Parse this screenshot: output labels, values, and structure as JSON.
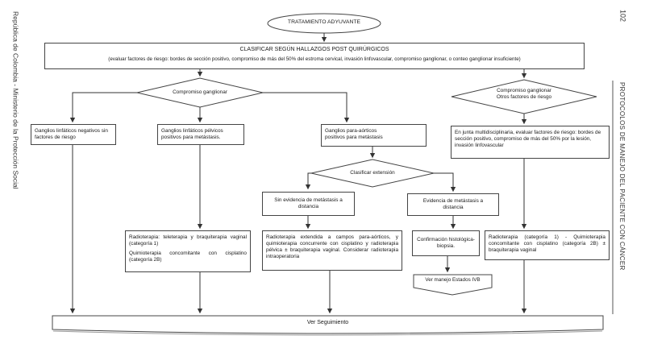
{
  "meta": {
    "left_margin": "República de Colombia - Ministerio de la Protección Social",
    "right_margin": "PROTOCOLOS DE MANEJO DEL PACIENTE CON CÁNCER",
    "page_number": "102"
  },
  "colors": {
    "line": "#333333",
    "text": "#1a1a1a",
    "background": "#ffffff"
  },
  "nodes": {
    "start": "TRATAMIENTO ADYUVANTE",
    "classify_title": "CLASIFICAR SEGÚN HALLAZGOS POST QUIRÚRGICOS",
    "classify_subtitle": "(evaluar factores de riesgo: bordes de sección positivo, compromiso de más del 50% del estroma cervical, invasión linfovascular, compromiso ganglionar, o conteo ganglionar insuficiente)",
    "decision_nodal": "Compromiso ganglionar",
    "decision_right_line1": "Compromiso ganglionar",
    "decision_right_line2": "Otros factores de riesgo",
    "negative_nodes": "Ganglios linfáticos negativos sin factores de riesgo",
    "pelvic_nodes": "Ganglios linfáticos pélvicos positivos para metástasis.",
    "paraaortic_nodes": "Ganglios para-aórticos positivos para metástasis",
    "multidisciplinary_board": "En junta multidisciplinaria, evaluar factores de riesgo: bordes de sección positivo, compromiso de más del 50% por la lesión, invasión linfovascular",
    "decision_extension": "Clasificar extensión",
    "no_distant_mets": "Sin evidencia de metástasis a distancia",
    "distant_mets": "Evidencia de metástasis a distancia",
    "rt_brachy_p1": "Radioterapia: teleterapia y braquiterapia vaginal (categoría 1)",
    "rt_brachy_p2": "Quimioterapia concomitante con cisplatino (categoría 2B)",
    "rt_extended": "Radioterapia extendida a campos para-aórticos, y quimioterapia concurrente con cisplatino y radioterapia pélvica ± braquiterapia vaginal. Considerar radioterapia intraoperatoria",
    "histology_confirmation": "Confirmación histológica- biopsia.",
    "rt_chemo": "Radioterapia (categoría 1) - Quimioterapia concomitante con cisplatino (categoría 2B) ± braquiterapia vaginal",
    "ivb_reference": "Ver manejo Estados IVB",
    "followup": "Ver Seguimiento"
  }
}
